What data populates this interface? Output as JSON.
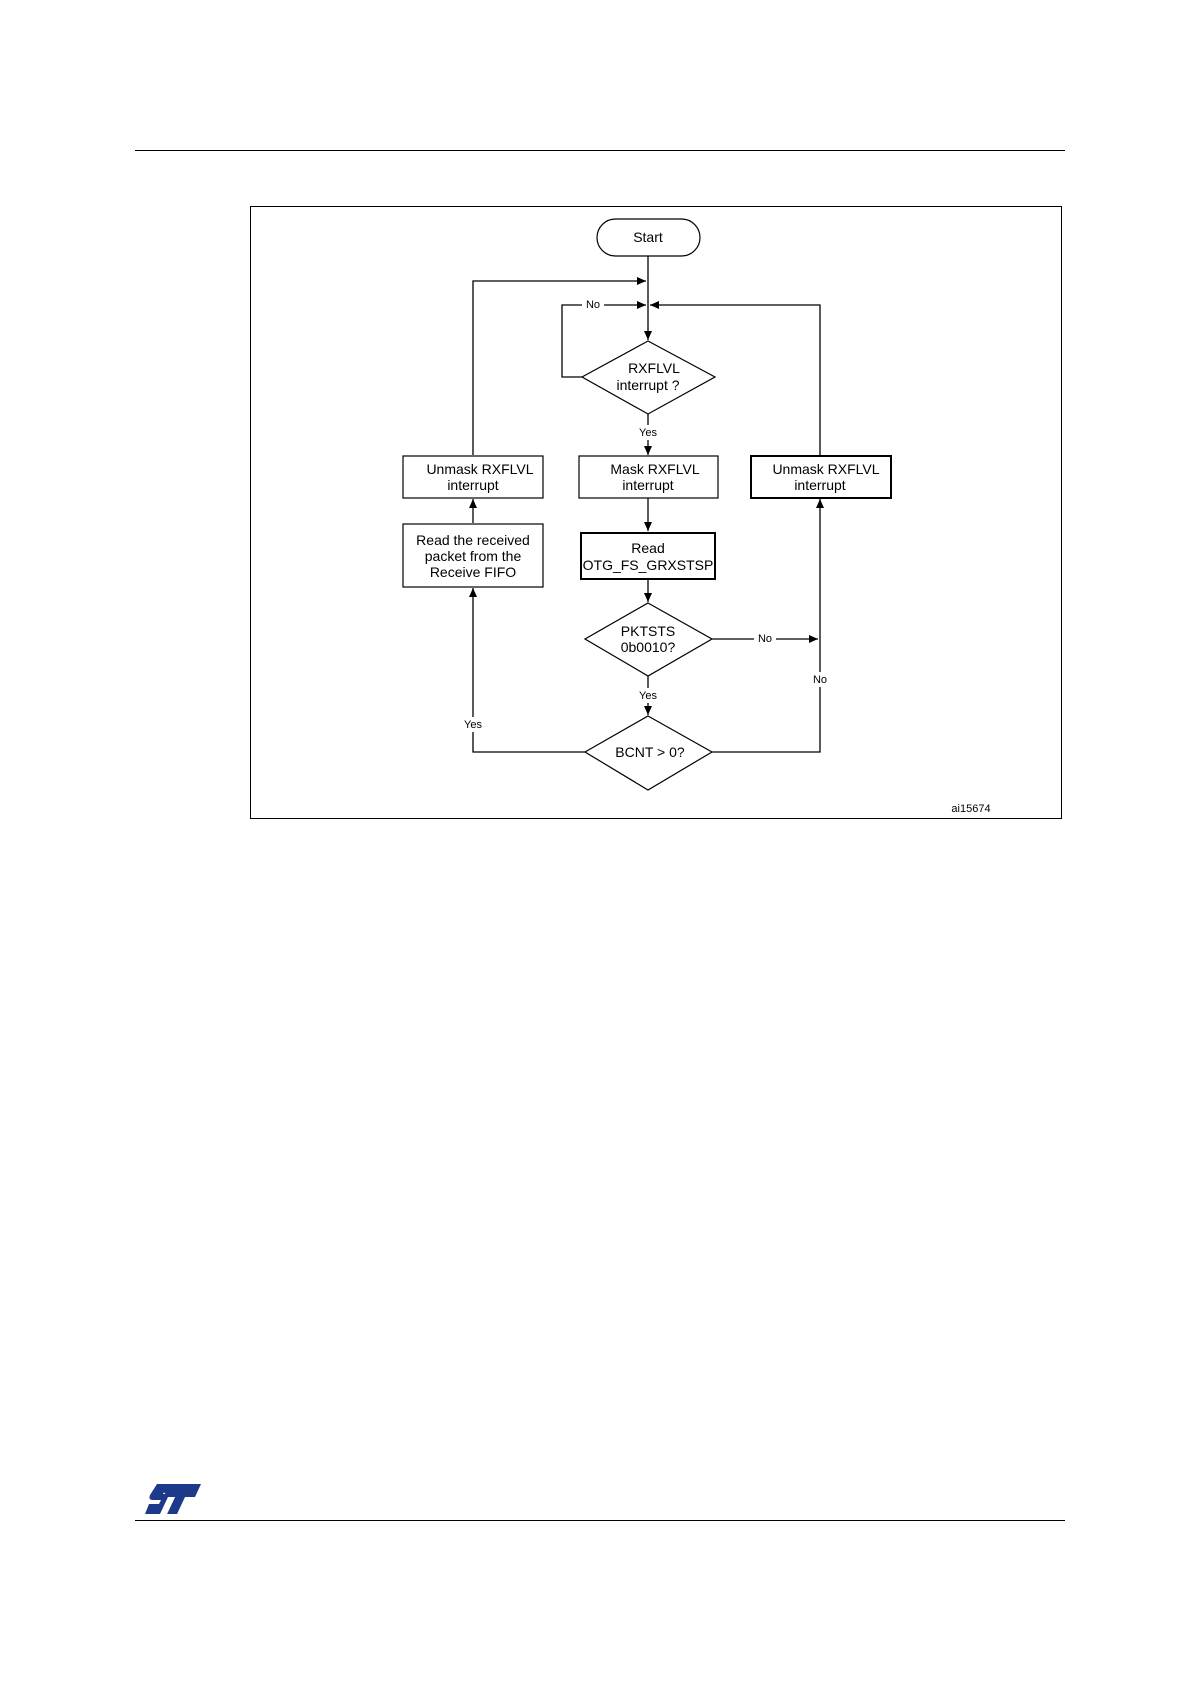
{
  "figure": {
    "id": "ai15674",
    "nodes": {
      "start": "Start",
      "rxflvl_decision": [
        "RXFLVL",
        "interrupt ?"
      ],
      "mask": [
        "Mask RXFLVL",
        "interrupt"
      ],
      "unmask_left": [
        "Unmask RXFLVL",
        "interrupt"
      ],
      "unmask_right": [
        "Unmask RXFLVL",
        "interrupt"
      ],
      "read_status": [
        "Read",
        "OTG_FS_GRXSTSP"
      ],
      "read_fifo": [
        "Read the received",
        "packet from the",
        "Receive FIFO"
      ],
      "pktsts_decision": [
        "PKTSTS",
        "0b0010?"
      ],
      "bcnt_decision": "BCNT > 0?"
    },
    "edge_labels": {
      "rxflvl_no": "No",
      "rxflvl_yes": "Yes",
      "pktsts_no": "No",
      "pktsts_yes": "Yes",
      "bcnt_no": "No",
      "bcnt_yes": "Yes"
    }
  },
  "logo": {
    "icon": "st-logo-icon",
    "color": "#1d3a8a"
  }
}
